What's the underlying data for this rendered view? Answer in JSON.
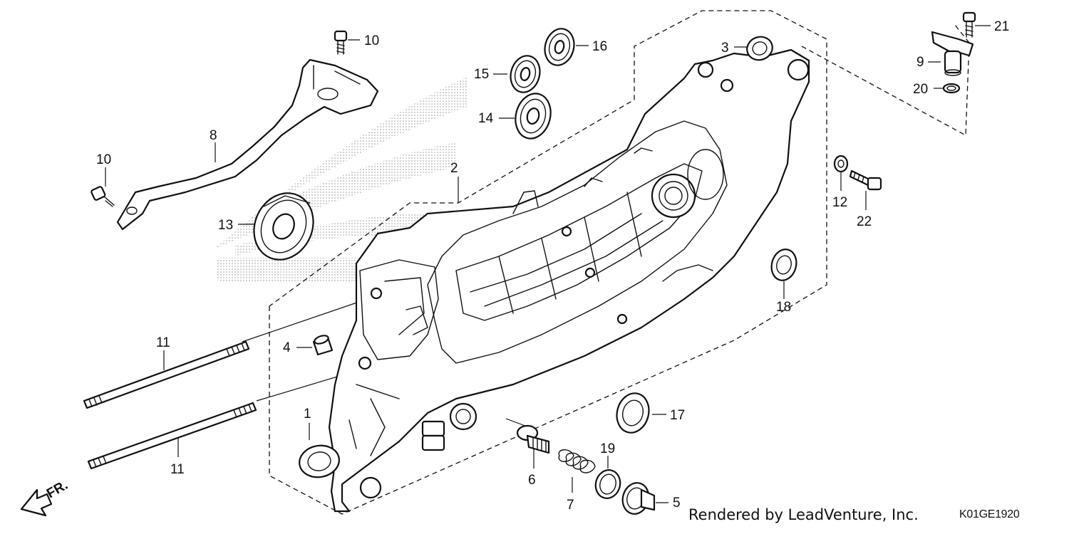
{
  "diagram": {
    "callouts": [
      {
        "id": "1",
        "label": "1"
      },
      {
        "id": "2",
        "label": "2"
      },
      {
        "id": "3",
        "label": "3"
      },
      {
        "id": "4",
        "label": "4"
      },
      {
        "id": "5",
        "label": "5"
      },
      {
        "id": "6",
        "label": "6"
      },
      {
        "id": "7",
        "label": "7"
      },
      {
        "id": "8",
        "label": "8"
      },
      {
        "id": "9",
        "label": "9"
      },
      {
        "id": "10a",
        "label": "10"
      },
      {
        "id": "10b",
        "label": "10"
      },
      {
        "id": "11a",
        "label": "11"
      },
      {
        "id": "11b",
        "label": "11"
      },
      {
        "id": "12",
        "label": "12"
      },
      {
        "id": "13",
        "label": "13"
      },
      {
        "id": "14",
        "label": "14"
      },
      {
        "id": "15",
        "label": "15"
      },
      {
        "id": "16",
        "label": "16"
      },
      {
        "id": "17",
        "label": "17"
      },
      {
        "id": "18",
        "label": "18"
      },
      {
        "id": "19",
        "label": "19"
      },
      {
        "id": "20",
        "label": "20"
      },
      {
        "id": "21",
        "label": "21"
      },
      {
        "id": "22",
        "label": "22"
      }
    ],
    "direction_label": "FR.",
    "credit": "Rendered by LeadVenture, Inc.",
    "diagram_code": "K01GE1920"
  }
}
